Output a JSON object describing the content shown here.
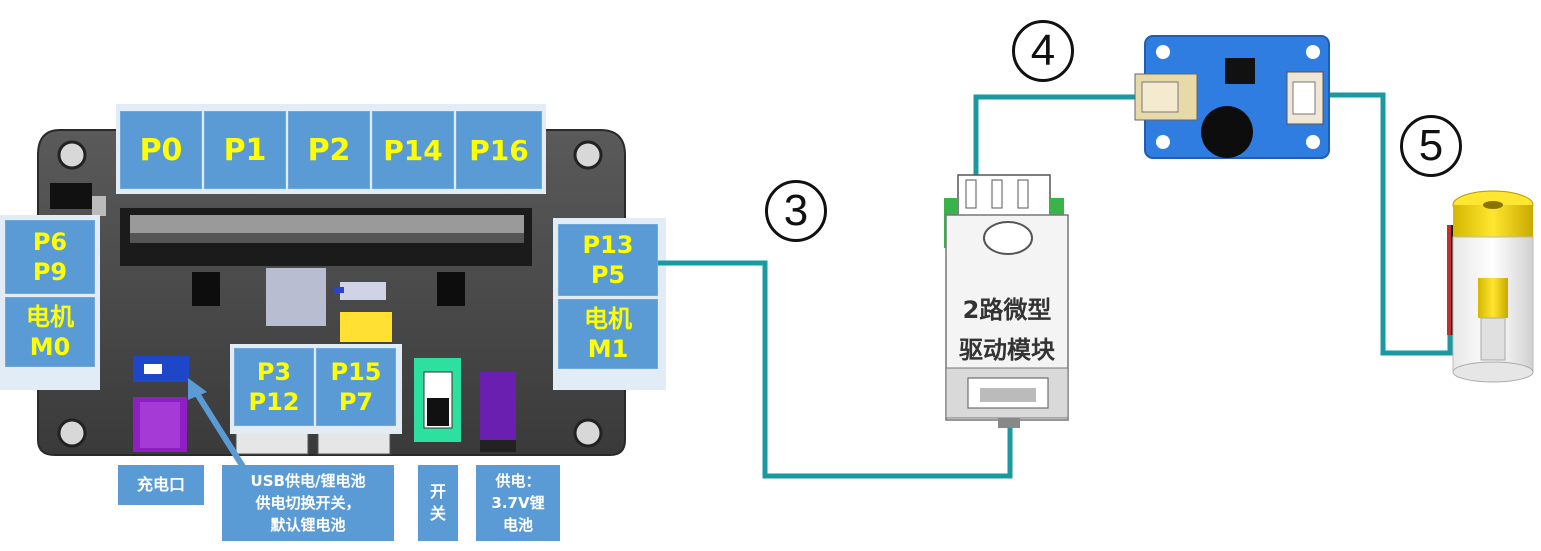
{
  "board": {
    "top_ports": [
      "P0",
      "P1",
      "P2",
      "P14",
      "P16"
    ],
    "left_port": {
      "pins": "P6\nP9",
      "motor": "电机\nM0"
    },
    "right_port": {
      "pins": "P13\nP5",
      "motor": "电机\nM1"
    },
    "bottom_ports": [
      {
        "label": "P3\nP12"
      },
      {
        "label": "P15\nP7"
      }
    ]
  },
  "notes": {
    "charge": "充电口",
    "usb_switch": "USB供电/锂电池\n供电切换开关，\n默认锂电池",
    "power_switch": "开\n关",
    "battery": "供电：\n3.7V锂\n电池"
  },
  "driver_module": {
    "label_line1": "2路微型",
    "label_line2": "驱动模块"
  },
  "markers": {
    "three": "3",
    "four": "4",
    "five": "5"
  },
  "colors": {
    "cable": "#1a9aa0",
    "port_fill": "#5b9bd5",
    "port_text": "#ffff00",
    "module_blue": "#2f7de0"
  }
}
